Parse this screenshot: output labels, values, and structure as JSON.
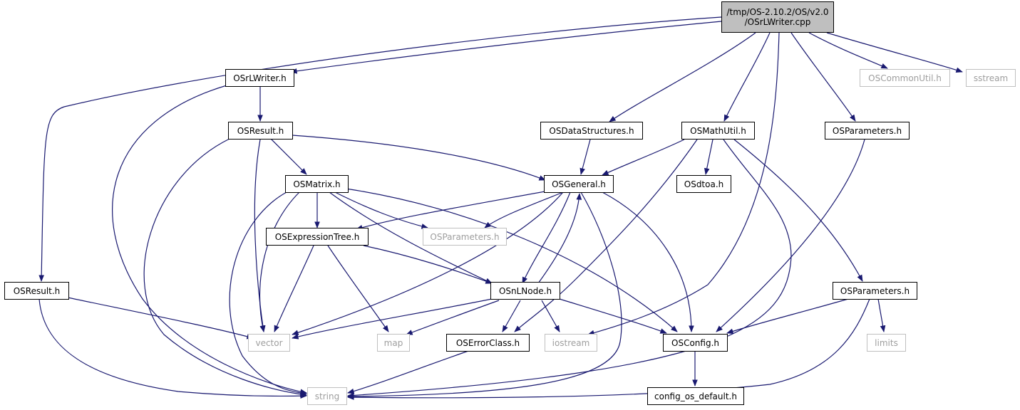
{
  "colors": {
    "edge": "#191970",
    "node_border": "#000000",
    "ext_border": "#bfbfbf",
    "ext_text": "#9e9e9e",
    "root_fill": "#bfbfbf"
  },
  "root": {
    "line1": "/tmp/OS-2.10.2/OS/v2.0",
    "line2": "/OSrLWriter.cpp"
  },
  "nodes": {
    "osrlwriter_h": "OSrLWriter.h",
    "oscommonutil_h": "OSCommonUtil.h",
    "sstream": "sstream",
    "osresult_h_top": "OSResult.h",
    "osdatastructures_h": "OSDataStructures.h",
    "osmathutil_h": "OSMathUtil.h",
    "osparameters_h_top": "OSParameters.h",
    "osmatrix_h": "OSMatrix.h",
    "osgeneral_h": "OSGeneral.h",
    "osdtoa_h": "OSdtoa.h",
    "osexpressiontree_h": "OSExpressionTree.h",
    "osparameters_h_ext": "OSParameters.h",
    "osresult_h_left": "OSResult.h",
    "osnlnode_h": "OSnLNode.h",
    "osparameters_h_right": "OSParameters.h",
    "vector": "vector",
    "map": "map",
    "oserrorclass_h": "OSErrorClass.h",
    "iostream": "iostream",
    "osconfig_h": "OSConfig.h",
    "limits": "limits",
    "string": "string",
    "config_os_default_h": "config_os_default.h"
  }
}
